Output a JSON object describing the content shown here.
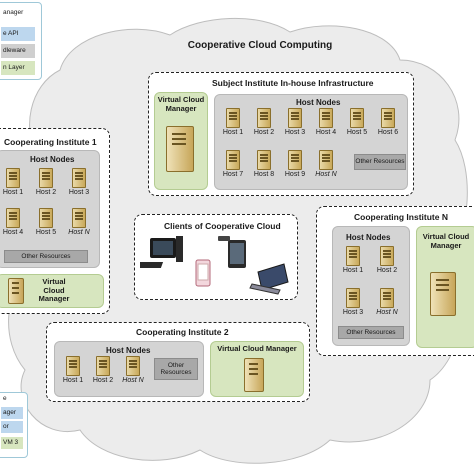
{
  "diagram": {
    "title": "Cooperative Cloud Computing",
    "host_nodes_label": "Host Nodes",
    "other_resources_label": "Other Resources",
    "virtual_cloud_manager_label": "Virtual Cloud Manager",
    "subject_institute": {
      "title": "Subject Institute In-house Infrastructure",
      "vcm_label": "Virtual Cloud Manager",
      "hosts": [
        "Host 1",
        "Host 2",
        "Host 3",
        "Host 4",
        "Host 5",
        "Host 6",
        "Host 7",
        "Host 8",
        "Host 9",
        "Host N"
      ]
    },
    "institute_1": {
      "title": "Cooperating Institute 1",
      "hosts": [
        "Host 1",
        "Host 2",
        "Host 3",
        "Host 4",
        "Host 5",
        "Host N"
      ],
      "vcm_label": "Virtual Cloud Manager"
    },
    "clients": {
      "title": "Clients of Cooperative Cloud"
    },
    "institute_n": {
      "title": "Cooperating Institute N",
      "hosts": [
        "Host 1",
        "Host 2",
        "Host 3",
        "Host N"
      ],
      "vcm_label": "Virtual Cloud Manager"
    },
    "institute_2": {
      "title": "Cooperating Institute 2",
      "hosts": [
        "Host 1",
        "Host 2",
        "Host N"
      ],
      "vcm_label": "Virtual Cloud Manager"
    },
    "legend_top": {
      "items": [
        "anager",
        "e API",
        "dleware",
        "n Layer"
      ]
    },
    "legend_bottom": {
      "items": [
        "e",
        "ager",
        "or",
        "VM 3"
      ]
    }
  }
}
